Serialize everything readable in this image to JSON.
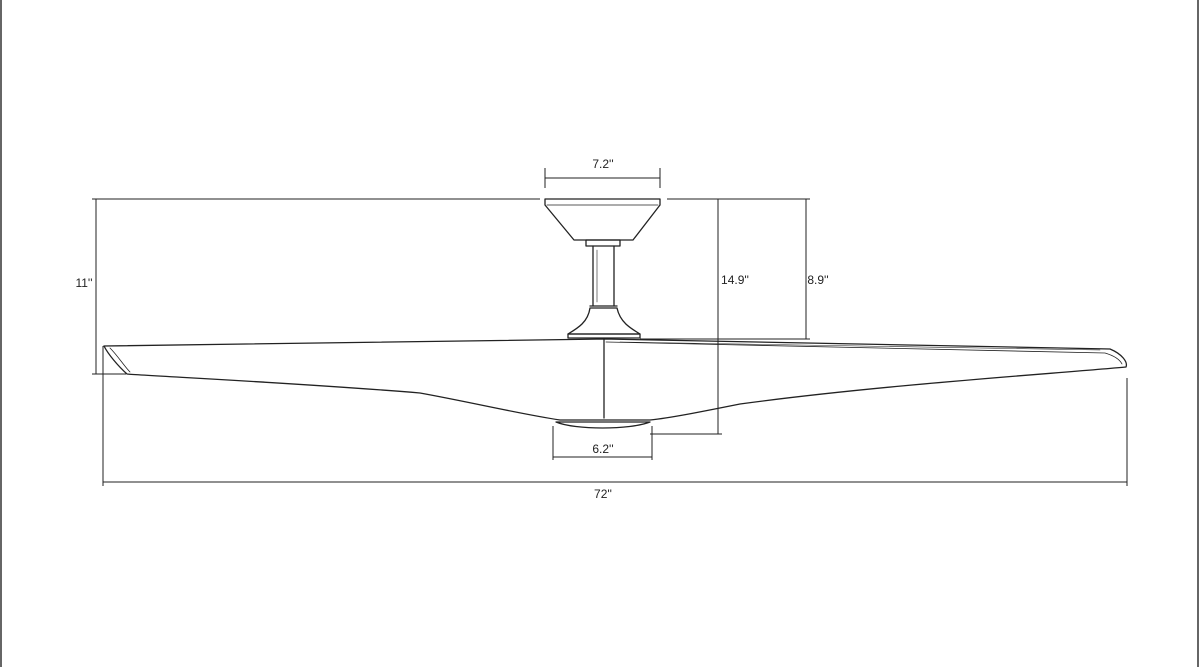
{
  "diagram": {
    "subject": "ceiling fan dimension drawing",
    "dimensions": {
      "canopy_width": "7.2''",
      "light_kit_width": "6.2''",
      "overall_span": "72''",
      "left_height": "11''",
      "total_height": "14.9''",
      "downrod_height": "8.9''"
    },
    "colors": {
      "line": "#222222",
      "background": "#ffffff"
    }
  }
}
